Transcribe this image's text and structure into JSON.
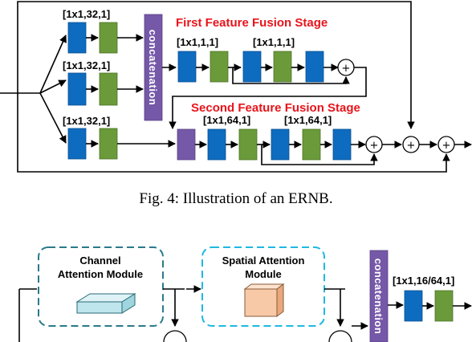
{
  "figure4": {
    "block_labels": {
      "branch_1": "[1x1,32,1]",
      "branch_2": "[1x1,32,1]",
      "branch_3": "[1x1,32,1]",
      "first_stage_a": "[1x1,1,1]",
      "first_stage_b": "[1x1,1,1]",
      "second_stage_a": "[1x1,64,1]",
      "second_stage_b": "[1x1,64,1]"
    },
    "stage_titles": {
      "first": "First Feature Fusion Stage",
      "second": "Second Feature Fusion Stage"
    },
    "concat_label": "concatenation",
    "add_symbol": "+",
    "caption": "Fig. 4: Illustration of an ERNB."
  },
  "figure5": {
    "channel_module_line1": "Channel",
    "channel_module_line2": "Attention Module",
    "spatial_module_line1": "Spatial Attention",
    "spatial_module_line2": "Module",
    "concat_label": "concatenation",
    "block_label": "[1x1,16/64,1]"
  },
  "colors": {
    "conv_blue": "#0e6cc0",
    "conv_green": "#6a9a3a",
    "concat_purple": "#7558a7",
    "stage_title_red": "#e8141b",
    "module_border": "#2a7a8a",
    "spatial_border": "#1fb8e0",
    "channel_box_fill": "#bfe6ec",
    "spatial_box_fill": "#f8c9a6"
  }
}
